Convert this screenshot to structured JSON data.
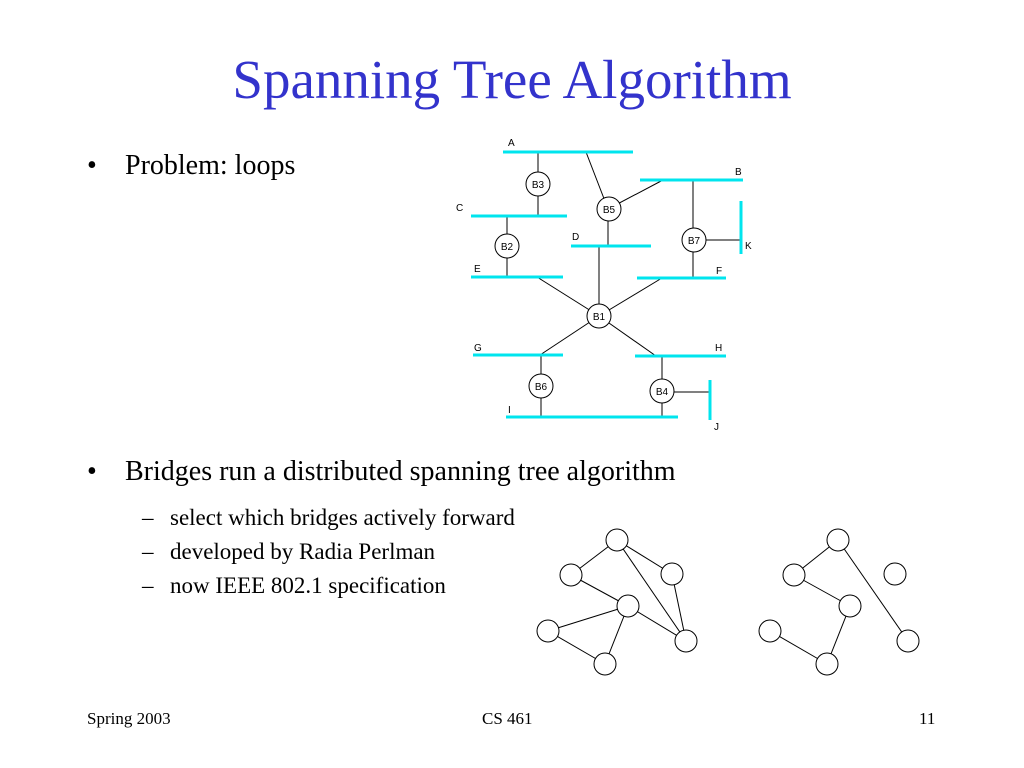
{
  "slide": {
    "title": "Spanning Tree Algorithm",
    "bullets": [
      {
        "text": "Problem: loops"
      },
      {
        "text": "Bridges run a distributed spanning tree algorithm"
      }
    ],
    "sub_bullets": [
      {
        "text": "select which bridges actively forward"
      },
      {
        "text": "developed by Radia Perlman"
      },
      {
        "text": "now IEEE 802.1 specification"
      }
    ],
    "bullet_symbol": "•",
    "dash_symbol": "–"
  },
  "network_diagram": {
    "lan_color": "#00e5ee",
    "lans": [
      "A",
      "B",
      "C",
      "D",
      "E",
      "F",
      "G",
      "H",
      "I",
      "J",
      "K"
    ],
    "bridges": [
      "B1",
      "B2",
      "B3",
      "B4",
      "B5",
      "B6",
      "B7"
    ]
  },
  "footer": {
    "left": "Spring 2003",
    "center": "CS 461",
    "right": "11"
  }
}
